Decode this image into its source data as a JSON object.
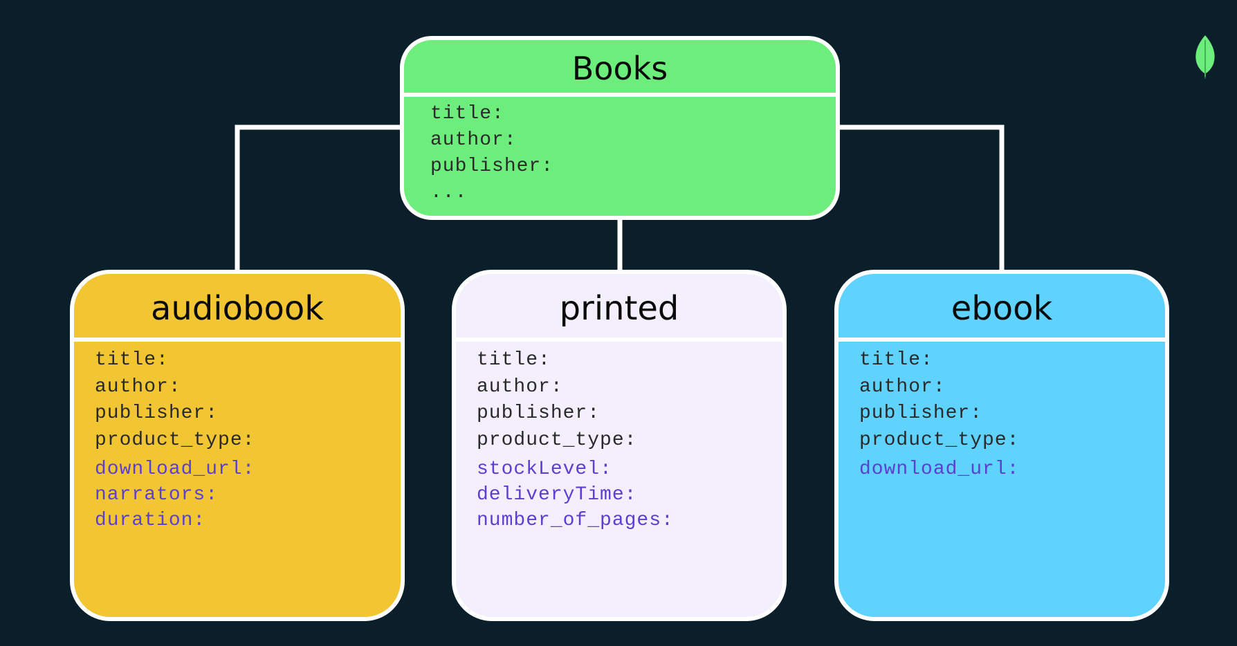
{
  "diagram": {
    "parent": {
      "title": "Books",
      "fields": [
        "title:",
        "author:",
        "publisher:",
        "..."
      ]
    },
    "children": [
      {
        "title": "audiobook",
        "base_fields": [
          "title:",
          "author:",
          "publisher:",
          "product_type:"
        ],
        "extra_fields": [
          "download_url:",
          "narrators:",
          "duration:"
        ]
      },
      {
        "title": "printed",
        "base_fields": [
          "title:",
          "author:",
          "publisher:",
          "product_type:"
        ],
        "extra_fields": [
          "stockLevel:",
          "deliveryTime:",
          "number_of_pages:"
        ]
      },
      {
        "title": "ebook",
        "base_fields": [
          "title:",
          "author:",
          "publisher:",
          "product_type:"
        ],
        "extra_fields": [
          "download_url:"
        ]
      }
    ]
  },
  "colors": {
    "background": "#0b1f2b",
    "parent_fill": "#6ded7b",
    "audiobook_fill": "#f2c533",
    "printed_fill": "#f4effc",
    "ebook_fill": "#5fd2fd",
    "extra_field_text": "#5b3fd0",
    "connector": "#ffffff"
  },
  "icons": {
    "brand": "leaf-icon"
  }
}
